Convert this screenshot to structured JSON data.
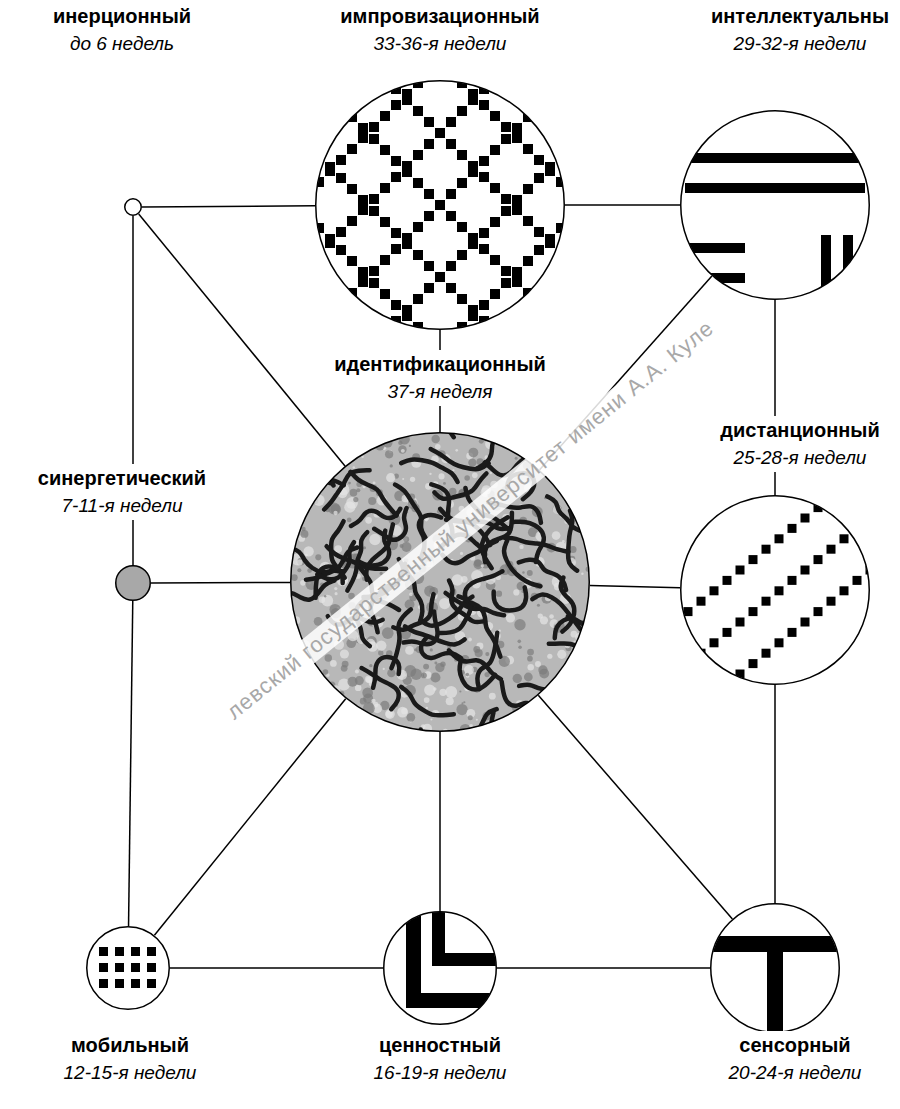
{
  "diagram": {
    "nodes": [
      {
        "text": [
          "инерционный",
          "до 6 недель"
        ]
      },
      {
        "text": [
          "импровизационный",
          "33-36-я недели"
        ]
      },
      {
        "text": [
          "интеллектуальны",
          "29-32-я недели"
        ]
      },
      {
        "text": [
          "синергетический",
          "7-11-я недели"
        ]
      },
      {
        "text": [
          "идентификационный",
          "37-я неделя"
        ]
      },
      {
        "text": [
          "дистанционный",
          "25-28-я недели"
        ]
      },
      {
        "text": [
          "мобильный",
          "12-15-я недели"
        ]
      },
      {
        "text": [
          "ценностный",
          "16-19-я недели"
        ]
      },
      {
        "text": [
          "сенсорный",
          "20-24-я недели"
        ]
      }
    ],
    "edges": [
      {
        "from": 0,
        "to": 1,
        "arrow": "none"
      },
      {
        "from": 1,
        "to": 2,
        "arrow": "none"
      },
      {
        "from": 0,
        "to": 3,
        "arrow": "none"
      },
      {
        "from": 3,
        "to": 6,
        "arrow": "none"
      },
      {
        "from": 6,
        "to": 7,
        "arrow": "none"
      },
      {
        "from": 7,
        "to": 8,
        "arrow": "none"
      },
      {
        "from": 2,
        "to": 5,
        "arrow": "none"
      },
      {
        "from": 5,
        "to": 8,
        "arrow": "none"
      },
      {
        "from": 0,
        "to": 4,
        "arrow": "none"
      },
      {
        "from": 1,
        "to": 4,
        "arrow": "none"
      },
      {
        "from": 2,
        "to": 4,
        "arrow": "none"
      },
      {
        "from": 3,
        "to": 4,
        "arrow": "none"
      },
      {
        "from": 5,
        "to": 4,
        "arrow": "none"
      },
      {
        "from": 6,
        "to": 4,
        "arrow": "none"
      },
      {
        "from": 7,
        "to": 4,
        "arrow": "none"
      },
      {
        "from": 8,
        "to": 4,
        "arrow": "none"
      }
    ],
    "labels": [
      "левский государственный университет имени А.А. Куле"
    ]
  }
}
